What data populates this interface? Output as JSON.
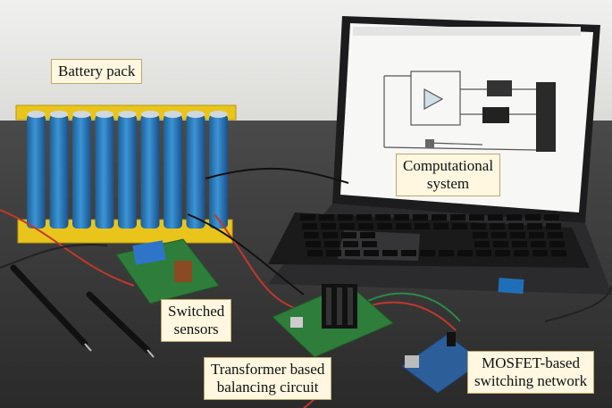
{
  "labels": {
    "battery_pack": "Battery pack",
    "computational_system": [
      "Computational",
      "system"
    ],
    "switched_sensors": [
      "Switched",
      "sensors"
    ],
    "transformer_circuit": [
      "Transformer based",
      "balancing circuit"
    ],
    "mosfet_network": [
      "MOSFET-based",
      "switching network"
    ]
  },
  "colors": {
    "label_bg": "#fff7e0",
    "label_border": "#bfa66a",
    "cell_blue": "#2a7fc0",
    "holder_yellow": "#e9c51c",
    "pcb_green": "#2f7d3a",
    "pcb_blue": "#2c5f9a",
    "table": "#3a3a3a",
    "wall": "#e6e6e4"
  },
  "icons": [
    "battery-cells",
    "laptop",
    "circuit-board",
    "probe-leads",
    "heatsink"
  ]
}
